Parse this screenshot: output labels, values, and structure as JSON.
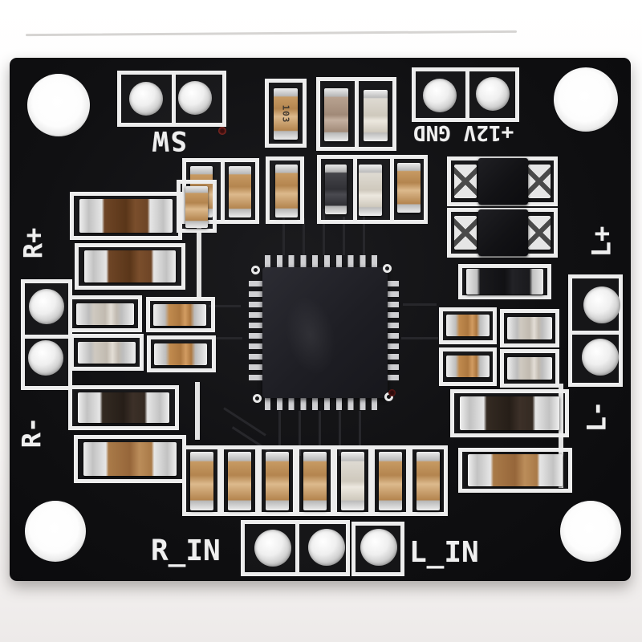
{
  "board": {
    "labels": {
      "sw": "SW",
      "power": "+12V GND",
      "r_plus": "R+",
      "r_minus": "R-",
      "l_plus": "L+",
      "l_minus": "L-",
      "r_in": "R_IN",
      "l_in": "L_IN"
    },
    "markings": {
      "cap103": "103"
    },
    "colors": {
      "background": "#f7f5f4",
      "pcb_black": "#101012",
      "silkscreen_white": "#ededed",
      "pad_silver": "#d7d7d7",
      "capacitor_tan": "#bf935f",
      "capacitor_white": "#d8d3c9",
      "component_black": "#141416",
      "component_brown": "#5e3a20",
      "red_via": "#7d2020"
    }
  }
}
